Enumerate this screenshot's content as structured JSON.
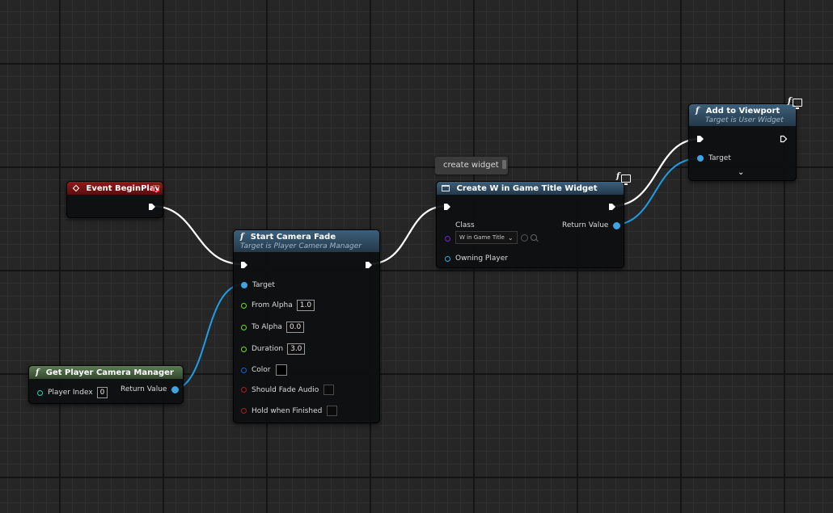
{
  "comment": {
    "text": "create widget"
  },
  "nodes": {
    "event_begin_play": {
      "title": "Event BeginPlay"
    },
    "get_player_camera_manager": {
      "title": "Get Player Camera Manager",
      "pins": {
        "player_index": "Player Index",
        "player_index_value": "0",
        "return_value": "Return Value"
      }
    },
    "start_camera_fade": {
      "title": "Start Camera Fade",
      "subtitle": "Target is Player Camera Manager",
      "pins": {
        "target": "Target",
        "from_alpha": "From Alpha",
        "from_alpha_value": "1.0",
        "to_alpha": "To Alpha",
        "to_alpha_value": "0.0",
        "duration": "Duration",
        "duration_value": "3.0",
        "color": "Color",
        "should_fade_audio": "Should Fade Audio",
        "hold_when_finished": "Hold when Finished"
      }
    },
    "create_widget": {
      "title": "Create W in Game Title Widget",
      "pins": {
        "class": "Class",
        "class_value": "W in Game Title",
        "return_value": "Return Value",
        "owning_player": "Owning Player"
      }
    },
    "add_to_viewport": {
      "title": "Add to Viewport",
      "subtitle": "Target is User Widget",
      "pins": {
        "target": "Target"
      }
    }
  },
  "colors": {
    "exec_wire": "#ffffff",
    "object_wire": "#1d9ee6",
    "event_header": "#7a1414",
    "pure_header": "#4f6b48",
    "function_header": "#35536b",
    "float_pin": "#6fdc2c",
    "bool_pin": "#9a1a1a",
    "struct_pin": "#1a5fd0",
    "class_pin": "#5a1fa8"
  }
}
